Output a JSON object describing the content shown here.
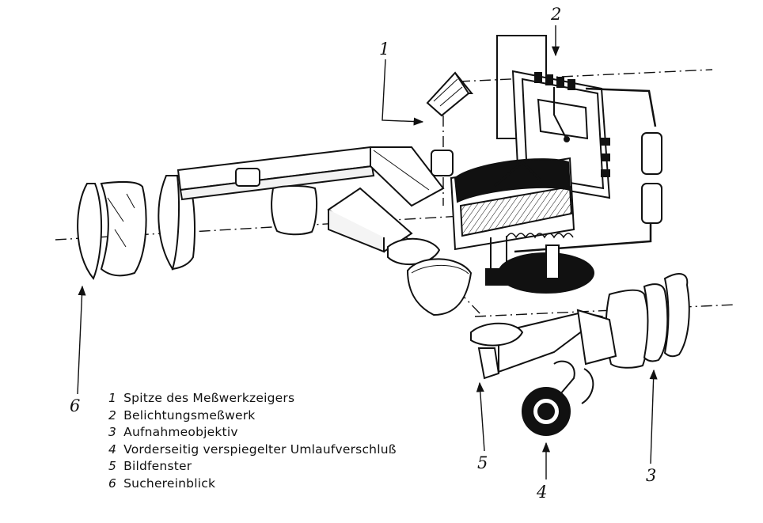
{
  "diagram": {
    "callouts": [
      {
        "id": "1",
        "label": "1"
      },
      {
        "id": "2",
        "label": "2"
      },
      {
        "id": "3",
        "label": "3"
      },
      {
        "id": "4",
        "label": "4"
      },
      {
        "id": "5",
        "label": "5"
      },
      {
        "id": "6",
        "label": "6"
      }
    ],
    "legend": [
      {
        "num": "1",
        "text": "Spitze des Meßwerkzeigers"
      },
      {
        "num": "2",
        "text": "Belichtungsmeßwerk"
      },
      {
        "num": "3",
        "text": "Aufnahmeobjektiv"
      },
      {
        "num": "4",
        "text": "Vorderseitig verspiegelter Umlaufverschluß"
      },
      {
        "num": "5",
        "text": "Bildfenster"
      },
      {
        "num": "6",
        "text": "Suchereinblick"
      }
    ]
  }
}
